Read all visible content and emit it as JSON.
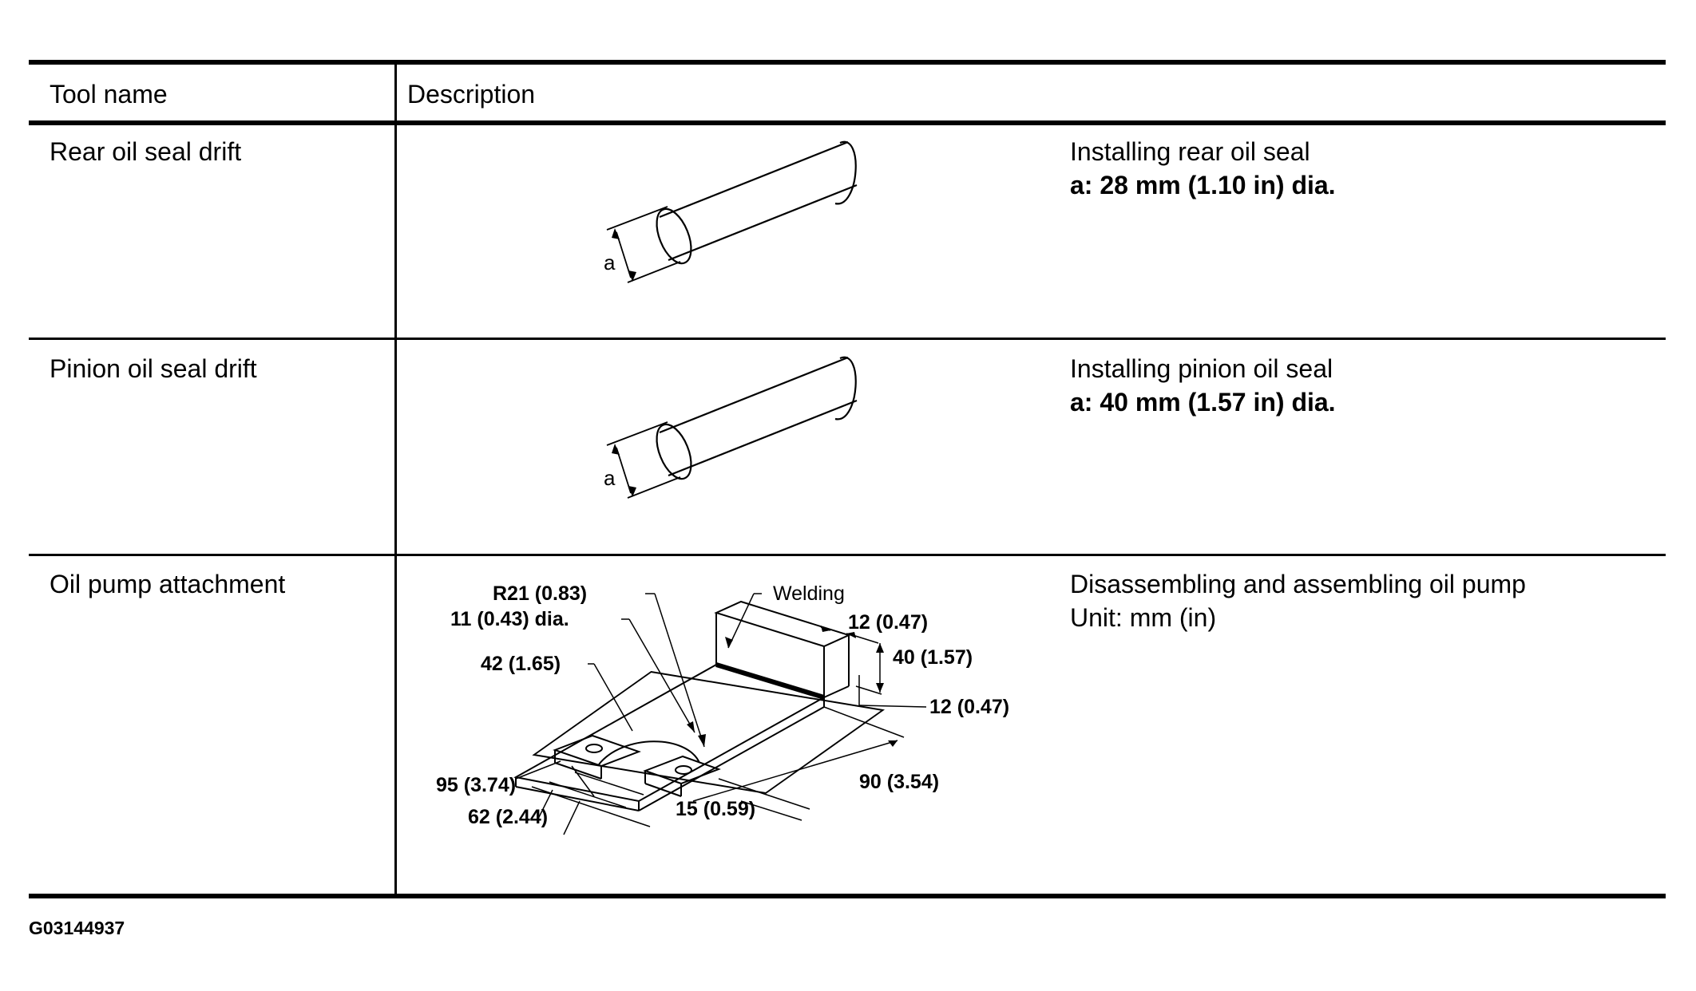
{
  "table": {
    "headers": {
      "tool_name": "Tool name",
      "description": "Description"
    },
    "rows": [
      {
        "tool_name": "Rear oil seal drift",
        "desc_line1": "Installing rear oil seal",
        "desc_line2": "a: 28 mm (1.10 in) dia.",
        "fig_label": "a"
      },
      {
        "tool_name": "Pinion oil seal drift",
        "desc_line1": "Installing pinion oil seal",
        "desc_line2": "a: 40 mm (1.57 in) dia.",
        "fig_label": "a"
      },
      {
        "tool_name": "Oil pump attachment",
        "desc_line1": "Disassembling and assembling oil pump",
        "desc_line2": "Unit: mm (in)",
        "fig_labels": {
          "r21": "R21 (0.83)",
          "dia11": "11 (0.43) dia.",
          "d42": "42 (1.65)",
          "welding": "Welding",
          "d12a": "12 (0.47)",
          "d40": "40 (1.57)",
          "d12b": "12 (0.47)",
          "d95": "95 (3.74)",
          "d62": "62 (2.44)",
          "d15": "15 (0.59)",
          "d90": "90 (3.54)"
        }
      }
    ]
  },
  "figure_code": "G03144937"
}
